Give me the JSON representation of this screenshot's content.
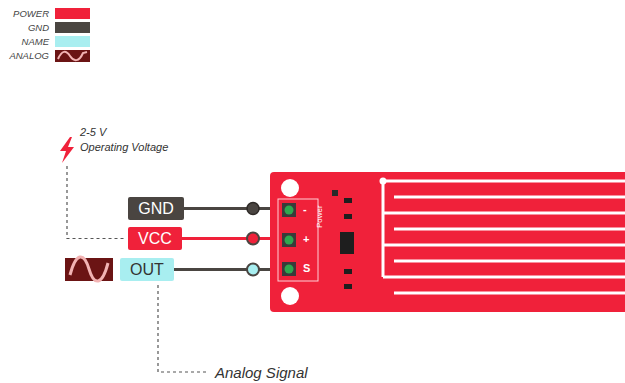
{
  "diagram": {
    "nodes": [
      {
        "text": [
          "GND"
        ]
      },
      {
        "text": [
          "VCC"
        ]
      },
      {
        "text": [
          "OUT"
        ]
      },
      {
        "text": [
          "-",
          "+",
          "S",
          "Power"
        ]
      }
    ],
    "edges": [
      {
        "from": 0,
        "to": 3,
        "arrow": "none"
      },
      {
        "from": 1,
        "to": 3,
        "arrow": "none"
      },
      {
        "from": 2,
        "to": 3,
        "arrow": "none"
      }
    ],
    "labels": [
      "2-5 V",
      "Operating Voltage",
      "Analog Signal"
    ],
    "legend": [
      {
        "text": "POWER",
        "color": "#f0213a"
      },
      {
        "text": "GND",
        "color": "#4a4541"
      },
      {
        "text": "NAME",
        "color": "#a8eef0"
      },
      {
        "text": "ANALOG"
      }
    ]
  }
}
